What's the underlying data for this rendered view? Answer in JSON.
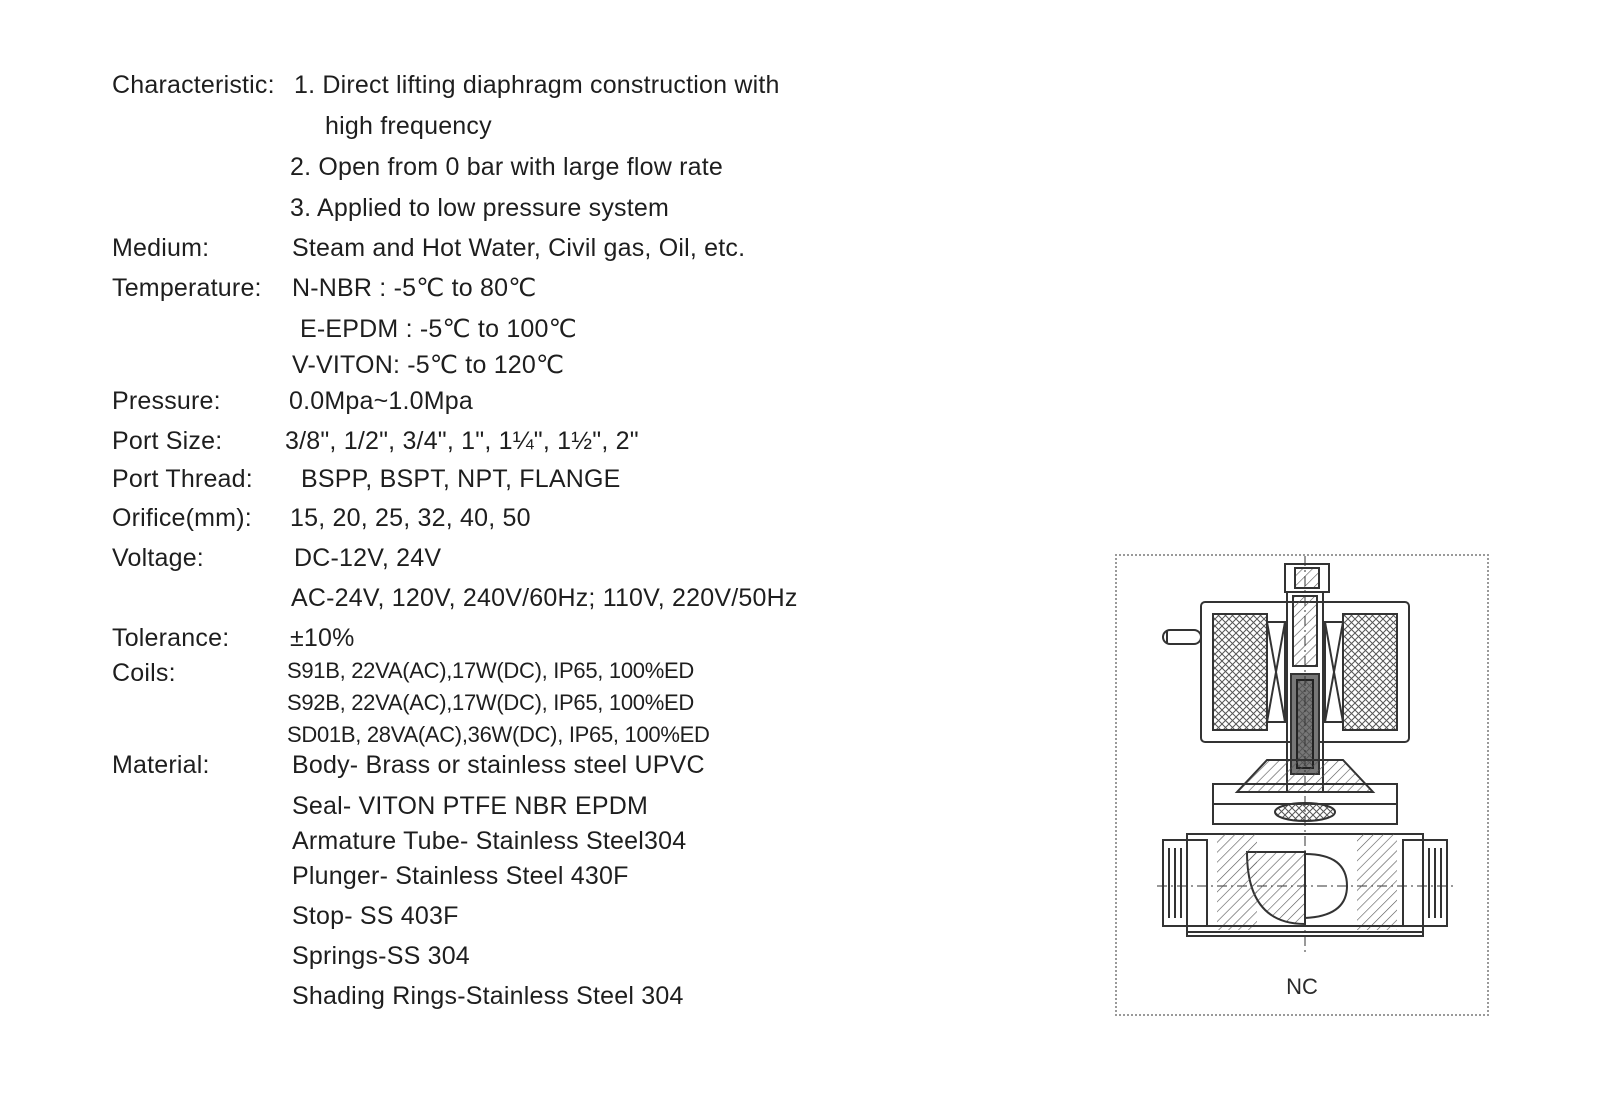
{
  "specs": {
    "characteristic": {
      "label": "Characteristic:",
      "lines": [
        "1. Direct lifting diaphragm construction with",
        "high  frequency",
        "2. Open from 0 bar with large flow rate",
        "3. Applied to low pressure system"
      ]
    },
    "medium": {
      "label": "Medium:",
      "value": "Steam and Hot Water, Civil gas, Oil, etc."
    },
    "temperature": {
      "label": "Temperature:",
      "lines": [
        "N-NBR :  -5℃ to 80℃",
        "E-EPDM : -5℃ to 100℃",
        "V-VITON: -5℃ to 120℃"
      ]
    },
    "pressure": {
      "label": "Pressure:",
      "value": "0.0Mpa~1.0Mpa"
    },
    "port_size": {
      "label": "Port Size:",
      "value": "3/8\", 1/2\", 3/4\", 1\", 1¼\", 1½\", 2\""
    },
    "port_thread": {
      "label": "Port Thread:",
      "value": "BSPP, BSPT, NPT, FLANGE"
    },
    "orifice": {
      "label": "Orifice(mm):",
      "value": "15, 20, 25, 32, 40, 50"
    },
    "voltage": {
      "label": "Voltage:",
      "lines": [
        "DC-12V, 24V",
        "AC-24V, 120V, 240V/60Hz; 110V, 220V/50Hz"
      ]
    },
    "tolerance": {
      "label": "Tolerance:",
      "value": "±10%"
    },
    "coils": {
      "label": "Coils:",
      "lines": [
        "S91B, 22VA(AC),17W(DC), IP65, 100%ED",
        "S92B, 22VA(AC),17W(DC), IP65, 100%ED",
        "SD01B, 28VA(AC),36W(DC), IP65, 100%ED"
      ]
    },
    "material": {
      "label": "Material:",
      "lines": [
        "Body- Brass or stainless steel UPVC",
        "Seal- VITON  PTFE NBR EPDM",
        "Armature Tube- Stainless Steel304",
        "Plunger- Stainless Steel 430F",
        "Stop- SS 403F",
        "Springs-SS 304",
        "Shading Rings-Stainless Steel 304"
      ]
    }
  },
  "diagram": {
    "caption": "NC",
    "icon": "solenoid-valve-cross-section"
  }
}
